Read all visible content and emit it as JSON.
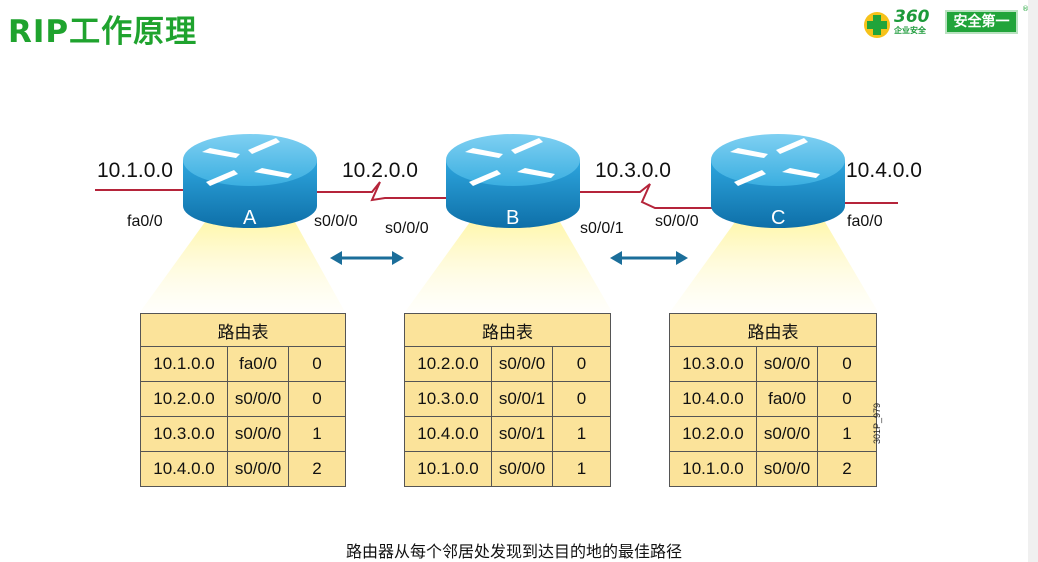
{
  "title": "RIP工作原理",
  "logo": {
    "number": "360",
    "subtitle": "企业安全",
    "badge": "安全第一",
    "reg": "®"
  },
  "networks": [
    "10.1.0.0",
    "10.2.0.0",
    "10.3.0.0",
    "10.4.0.0"
  ],
  "routers": [
    {
      "name": "A",
      "left_intf": "fa0/0",
      "right_intf": "s0/0/0"
    },
    {
      "name": "B",
      "left_intf": "s0/0/0",
      "right_intf": "s0/0/1"
    },
    {
      "name": "C",
      "left_intf": "s0/0/0",
      "right_intf": "fa0/0"
    }
  ],
  "tables": [
    {
      "header": "路由表",
      "rows": [
        [
          "10.1.0.0",
          "fa0/0",
          "0"
        ],
        [
          "10.2.0.0",
          "s0/0/0",
          "0"
        ],
        [
          "10.3.0.0",
          "s0/0/0",
          "1"
        ],
        [
          "10.4.0.0",
          "s0/0/0",
          "2"
        ]
      ]
    },
    {
      "header": "路由表",
      "rows": [
        [
          "10.2.0.0",
          "s0/0/0",
          "0"
        ],
        [
          "10.3.0.0",
          "s0/0/1",
          "0"
        ],
        [
          "10.4.0.0",
          "s0/0/1",
          "1"
        ],
        [
          "10.1.0.0",
          "s0/0/0",
          "1"
        ]
      ]
    },
    {
      "header": "路由表",
      "rows": [
        [
          "10.3.0.0",
          "s0/0/0",
          "0"
        ],
        [
          "10.4.0.0",
          "fa0/0",
          "0"
        ],
        [
          "10.2.0.0",
          "s0/0/0",
          "1"
        ],
        [
          "10.1.0.0",
          "s0/0/0",
          "2"
        ]
      ]
    }
  ],
  "figure_code": "301P_979",
  "caption": "路由器从每个邻居处发现到达目的地的最佳路径",
  "colors": {
    "title": "#1fa32e",
    "router": "#1a9ad6",
    "link": "#b5243a",
    "table_bg": "#fbe39a",
    "arrow": "#1b6e9a"
  }
}
